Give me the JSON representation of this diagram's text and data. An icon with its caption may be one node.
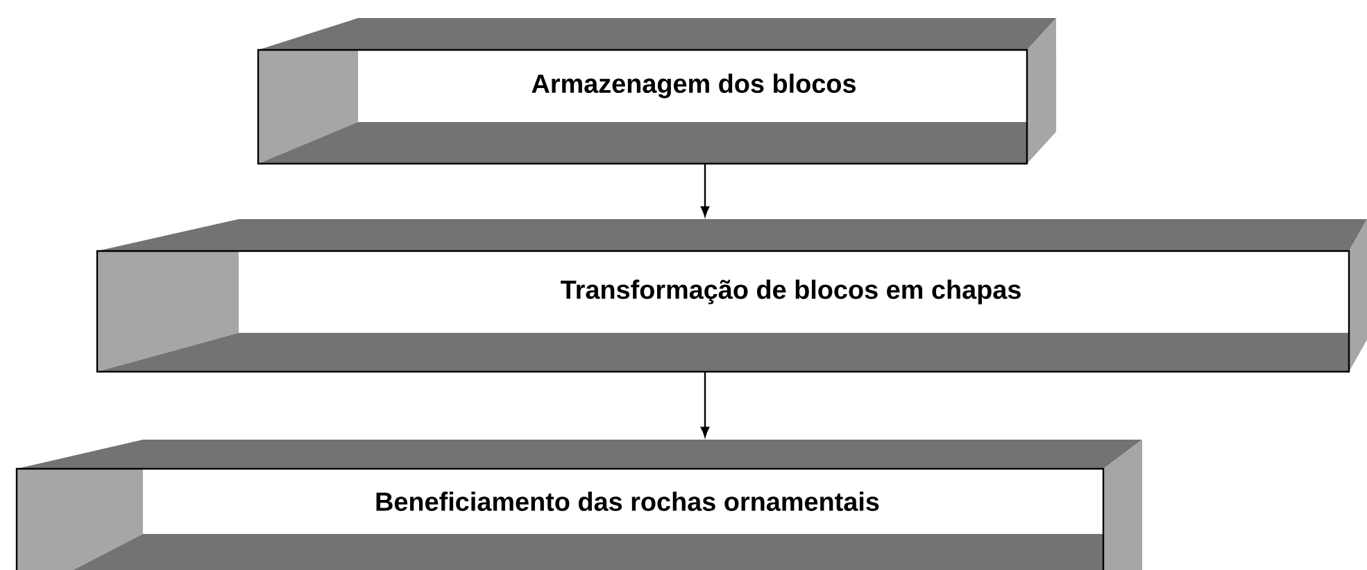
{
  "diagram": {
    "nodes": [
      {
        "text": [
          "Armazenagem dos blocos"
        ]
      },
      {
        "text": [
          "Transformação de blocos em chapas"
        ]
      },
      {
        "text": [
          "Beneficiamento das rochas ornamentais"
        ]
      }
    ],
    "edges": [
      {
        "from": 0,
        "to": 1,
        "arrow": "to"
      },
      {
        "from": 1,
        "to": 2,
        "arrow": "to"
      }
    ]
  }
}
